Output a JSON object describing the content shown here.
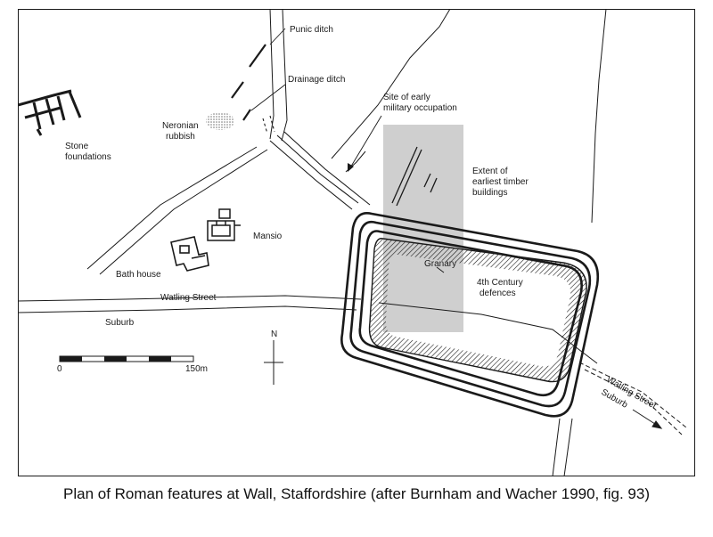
{
  "map": {
    "labels": {
      "punic_ditch": "Punic ditch",
      "drainage_ditch": "Drainage ditch",
      "site_early_military_1": "Site of early",
      "site_early_military_2": "military occupation",
      "neronian_1": "Neronian",
      "neronian_2": "rubbish",
      "stone_foundations_1": "Stone",
      "stone_foundations_2": "foundations",
      "extent_timber_1": "Extent of",
      "extent_timber_2": "earliest timber",
      "extent_timber_3": "buildings",
      "mansio": "Mansio",
      "bath_house": "Bath house",
      "granary": "Granary",
      "fourth_century_1": "4th Century",
      "fourth_century_2": "defences",
      "watling_street": "Watling Street",
      "suburb": "Suburb",
      "watling_street_se": "Watling Street",
      "suburb_se": "Suburb",
      "north": "N"
    },
    "scale_bar": {
      "start_label": "0",
      "end_label": "150m"
    },
    "colors": {
      "ink": "#1a1a1a",
      "shade": "#cfcfcf",
      "background": "#ffffff"
    }
  },
  "caption": "Plan of Roman features at Wall, Staffordshire (after Burnham and Wacher 1990, fig. 93)"
}
